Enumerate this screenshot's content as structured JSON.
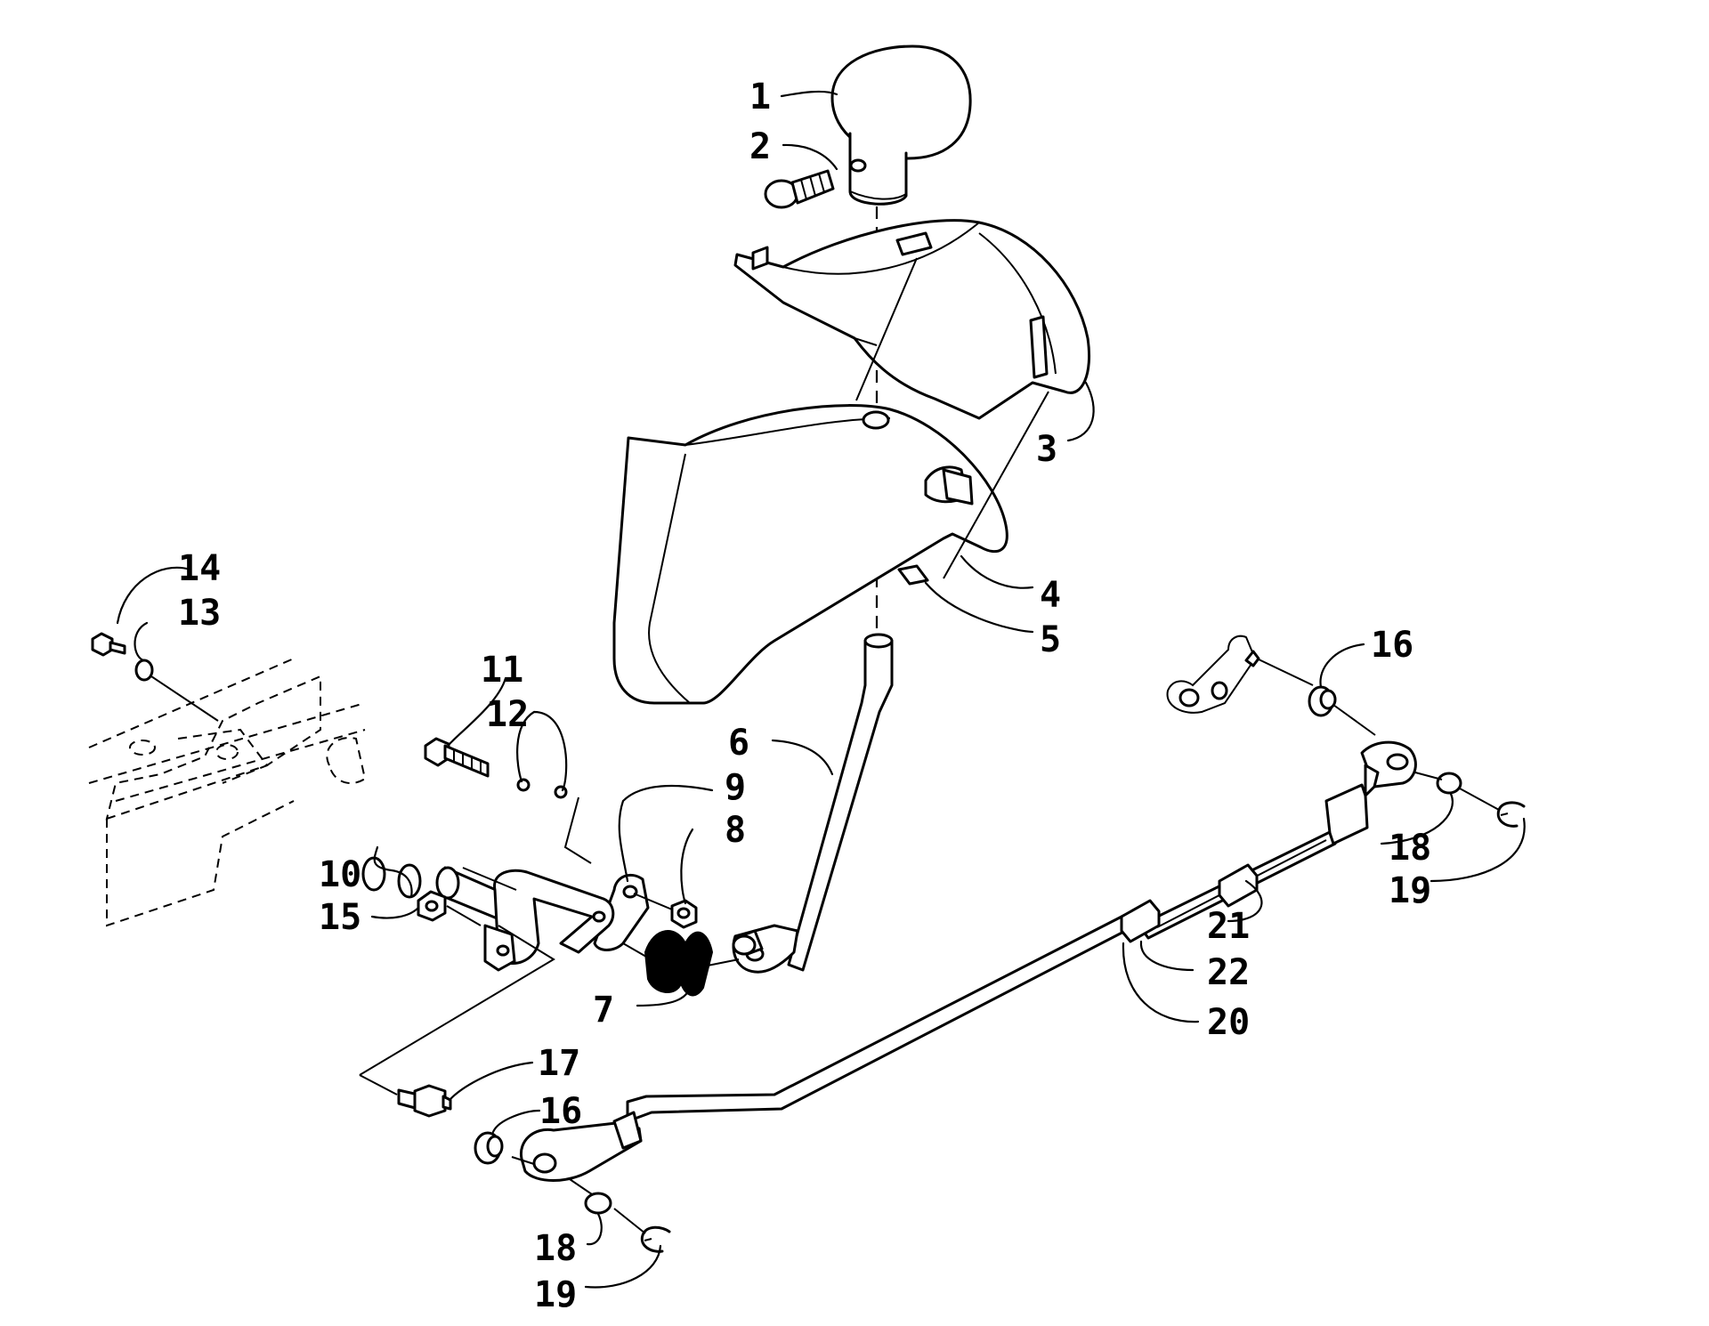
{
  "diagram": {
    "callouts": [
      {
        "id": "c1",
        "label": "1"
      },
      {
        "id": "c2",
        "label": "2"
      },
      {
        "id": "c3",
        "label": "3"
      },
      {
        "id": "c4",
        "label": "4"
      },
      {
        "id": "c5",
        "label": "5"
      },
      {
        "id": "c6",
        "label": "6"
      },
      {
        "id": "c7",
        "label": "7"
      },
      {
        "id": "c8",
        "label": "8"
      },
      {
        "id": "c9",
        "label": "9"
      },
      {
        "id": "c10",
        "label": "10"
      },
      {
        "id": "c11",
        "label": "11"
      },
      {
        "id": "c12",
        "label": "12"
      },
      {
        "id": "c13",
        "label": "13"
      },
      {
        "id": "c14",
        "label": "14"
      },
      {
        "id": "c15",
        "label": "15"
      },
      {
        "id": "c16a",
        "label": "16"
      },
      {
        "id": "c16b",
        "label": "16"
      },
      {
        "id": "c17",
        "label": "17"
      },
      {
        "id": "c18a",
        "label": "18"
      },
      {
        "id": "c18b",
        "label": "18"
      },
      {
        "id": "c19a",
        "label": "19"
      },
      {
        "id": "c19b",
        "label": "19"
      },
      {
        "id": "c20",
        "label": "20"
      },
      {
        "id": "c21",
        "label": "21"
      },
      {
        "id": "c22",
        "label": "22"
      }
    ]
  }
}
